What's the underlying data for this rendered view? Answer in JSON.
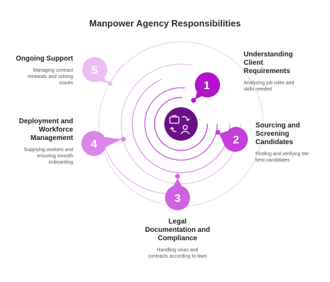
{
  "title": "Manpower Agency Responsibilities",
  "steps": [
    {
      "number": "1",
      "title": "Understanding Client Requirements",
      "title_lines": [
        "Understanding",
        "Client",
        "Requirements"
      ],
      "desc_lines": [
        "Analyzing job roles and",
        "skills needed"
      ]
    },
    {
      "number": "2",
      "title": "Sourcing and Screening Candidates",
      "title_lines": [
        "Sourcing and",
        "Screening",
        "Candidates"
      ],
      "desc_lines": [
        "Finding and verifying the",
        "best candidates"
      ]
    },
    {
      "number": "3",
      "title": "Legal Documentation and Compliance",
      "title_lines": [
        "Legal",
        "Documentation and",
        "Compliance"
      ],
      "desc_lines": [
        "Handling visas and",
        "contracts according to laws"
      ]
    },
    {
      "number": "4",
      "title": "Deployment and Workforce Management",
      "title_lines": [
        "Deployment and",
        "Workforce",
        "Management"
      ],
      "desc_lines": [
        "Supplying workers and",
        "ensuring smooth",
        "onboarding"
      ]
    },
    {
      "number": "5",
      "title": "Ongoing Support",
      "title_lines": [
        "Ongoing Support"
      ],
      "desc_lines": [
        "Managing contract",
        "renewals and solving",
        "issues"
      ]
    }
  ],
  "center_icon": "briefcase-person-exchange-icon",
  "colors": {
    "step1": "#b114c9",
    "step2": "#c53fdc",
    "step3": "#d063e3",
    "step4": "#db84ea",
    "step5": "#ecbdf3",
    "center": "#6b0f86",
    "ring": "#e7b7ef"
  }
}
